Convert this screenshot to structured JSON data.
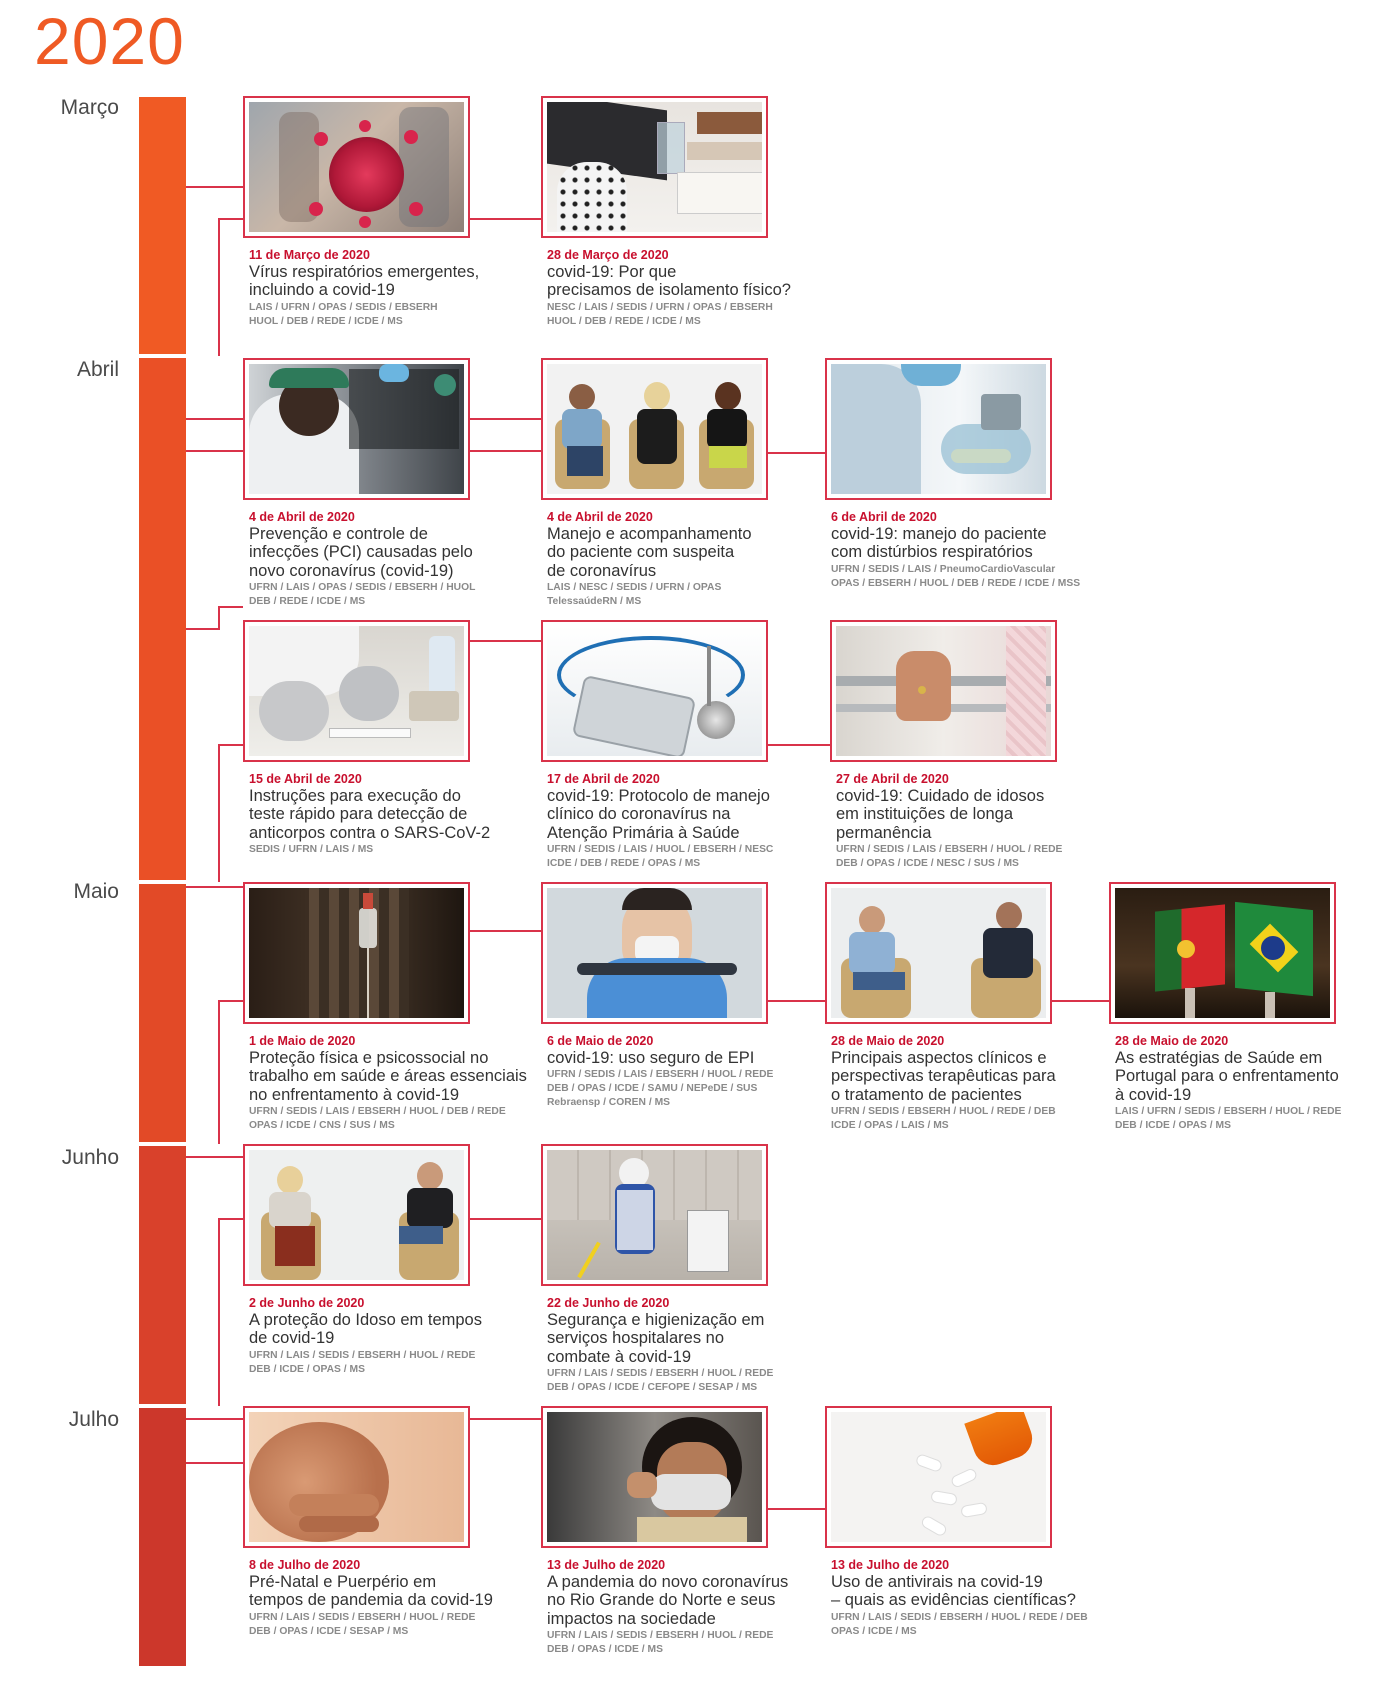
{
  "year": "2020",
  "months": [
    {
      "label": "Março"
    },
    {
      "label": "Abril"
    },
    {
      "label": "Maio"
    },
    {
      "label": "Junho"
    },
    {
      "label": "Julho"
    }
  ],
  "colors": {
    "year": "#ef5a24",
    "connector": "#d9334a",
    "date": "#c8102e",
    "bars": [
      "#f05a24",
      "#ea5026",
      "#e24a27",
      "#d9412b",
      "#cc372b"
    ]
  },
  "cards": [
    {
      "date": "11 de Março de 2020",
      "title": [
        "Vírus respiratórios emergentes,",
        "incluindo a covid-19"
      ],
      "partners": [
        "LAIS / UFRN / OPAS / SEDIS / EBSERH",
        "HUOL / DEB / REDE / ICDE / MS"
      ],
      "image": "virus-image"
    },
    {
      "date": "28 de Março de 2020",
      "title": [
        "covid-19: Por que",
        "precisamos de isolamento físico?"
      ],
      "partners": [
        "NESC / LAIS / SEDIS / UFRN / OPAS / EBSERH",
        "HUOL / DEB / REDE / ICDE / MS"
      ],
      "image": "laptop-home-image"
    },
    {
      "date": "4 de Abril de 2020",
      "title": [
        "Prevenção e controle de",
        "infecções (PCI) causadas pelo",
        "novo coronavírus (covid-19)"
      ],
      "partners": [
        "UFRN / LAIS / OPAS / SEDIS / EBSERH / HUOL",
        "DEB / REDE / ICDE / MS"
      ],
      "image": "ppe-worker-image"
    },
    {
      "date": "4 de Abril de 2020",
      "title": [
        "Manejo e acompanhamento",
        "do paciente com suspeita",
        "de coronavírus"
      ],
      "partners": [
        "LAIS / NESC / SEDIS / UFRN / OPAS",
        "TelessaúdeRN / MS"
      ],
      "image": "three-speakers-image"
    },
    {
      "date": "6 de Abril de 2020",
      "title": [
        "covid-19: manejo do paciente",
        "com distúrbios respiratórios"
      ],
      "partners": [
        "UFRN / SEDIS / LAIS / PneumoCardioVascular",
        "OPAS / EBSERH / HUOL / DEB / REDE / ICDE / MSS"
      ],
      "image": "ventilator-image"
    },
    {
      "date": "15 de Abril de 2020",
      "title": [
        "Instruções para execução do",
        "teste rápido para detecção de",
        "anticorpos contra o SARS-CoV-2"
      ],
      "partners": [
        "SEDIS / UFRN / LAIS / MS"
      ],
      "image": "rapid-test-image"
    },
    {
      "date": "17 de Abril de 2020",
      "title": [
        "covid-19: Protocolo de manejo",
        "clínico do coronavírus na",
        "Atenção Primária à Saúde"
      ],
      "partners": [
        "UFRN / SEDIS / LAIS / HUOL / EBSERH / NESC",
        "ICDE / DEB / REDE / OPAS / MS"
      ],
      "image": "stethoscope-image"
    },
    {
      "date": "27 de Abril de 2020",
      "title": [
        "covid-19: Cuidado de idosos",
        "em instituições de longa",
        "permanência"
      ],
      "partners": [
        "UFRN / SEDIS / LAIS / EBSERH / HUOL / REDE",
        "DEB / OPAS / ICDE / NESC / SUS / MS"
      ],
      "image": "elderly-hand-image"
    },
    {
      "date": "1 de Maio de 2020",
      "title": [
        "Proteção física e psicossocial no",
        "trabalho em saúde e áreas essenciais",
        "no enfrentamento à covid-19"
      ],
      "partners": [
        "UFRN / SEDIS / LAIS / EBSERH / HUOL / DEB / REDE",
        "OPAS / ICDE / CNS / SUS / MS"
      ],
      "image": "iv-drip-image"
    },
    {
      "date": "6 de Maio de 2020",
      "title": [
        "covid-19: uso seguro de EPI"
      ],
      "partners": [
        "UFRN / SEDIS / LAIS / EBSERH / HUOL / REDE",
        "DEB / OPAS / ICDE / SAMU / NEPeDE / SUS",
        "Rebraensp / COREN / MS"
      ],
      "image": "face-shield-image"
    },
    {
      "date": "28 de Maio de 2020",
      "title": [
        "Principais aspectos clínicos e",
        "perspectivas terapêuticas para",
        "o tratamento de pacientes"
      ],
      "partners": [
        "UFRN / SEDIS / EBSERH / HUOL / REDE / DEB",
        "ICDE / OPAS / LAIS / MS"
      ],
      "image": "two-speakers-image"
    },
    {
      "date": "28 de Maio de 2020",
      "title": [
        "As estratégias de Saúde em",
        "Portugal para o enfrentamento",
        "à covid-19"
      ],
      "partners": [
        "LAIS / UFRN / SEDIS / EBSERH / HUOL / REDE",
        "DEB / ICDE / OPAS / MS"
      ],
      "image": "flags-image"
    },
    {
      "date": "2 de Junho de 2020",
      "title": [
        "A proteção do Idoso em tempos",
        "de covid-19"
      ],
      "partners": [
        "UFRN / LAIS / SEDIS / EBSERH / HUOL / REDE",
        "DEB / ICDE / OPAS / MS"
      ],
      "image": "interview-image"
    },
    {
      "date": "22 de Junho de 2020",
      "title": [
        "Segurança e higienização em",
        "serviços hospitalares no",
        "combate à covid-19"
      ],
      "partners": [
        "UFRN / LAIS / SEDIS / EBSERH / HUOL / REDE",
        "DEB / OPAS / ICDE / CEFOPE / SESAP / MS"
      ],
      "image": "cleaning-image"
    },
    {
      "date": "8 de Julho de 2020",
      "title": [
        "Pré-Natal e Puerpério em",
        "tempos de pandemia da covid-19"
      ],
      "partners": [
        "UFRN / LAIS / SEDIS / EBSERH / HUOL / REDE",
        "DEB / OPAS / ICDE / SESAP / MS"
      ],
      "image": "pregnancy-image"
    },
    {
      "date": "13 de Julho de 2020",
      "title": [
        "A pandemia do novo coronavírus",
        "no Rio Grande do Norte e seus",
        "impactos na sociedade"
      ],
      "partners": [
        "UFRN / LAIS / SEDIS / EBSERH / HUOL / REDE",
        "DEB / OPAS / ICDE / MS"
      ],
      "image": "child-mask-image"
    },
    {
      "date": "13 de Julho de 2020",
      "title": [
        "Uso de antivirais na covid-19",
        "– quais as evidências científicas?"
      ],
      "partners": [
        "UFRN / LAIS / SEDIS / EBSERH / HUOL / REDE / DEB",
        "OPAS / ICDE / MS"
      ],
      "image": "pills-image"
    }
  ]
}
